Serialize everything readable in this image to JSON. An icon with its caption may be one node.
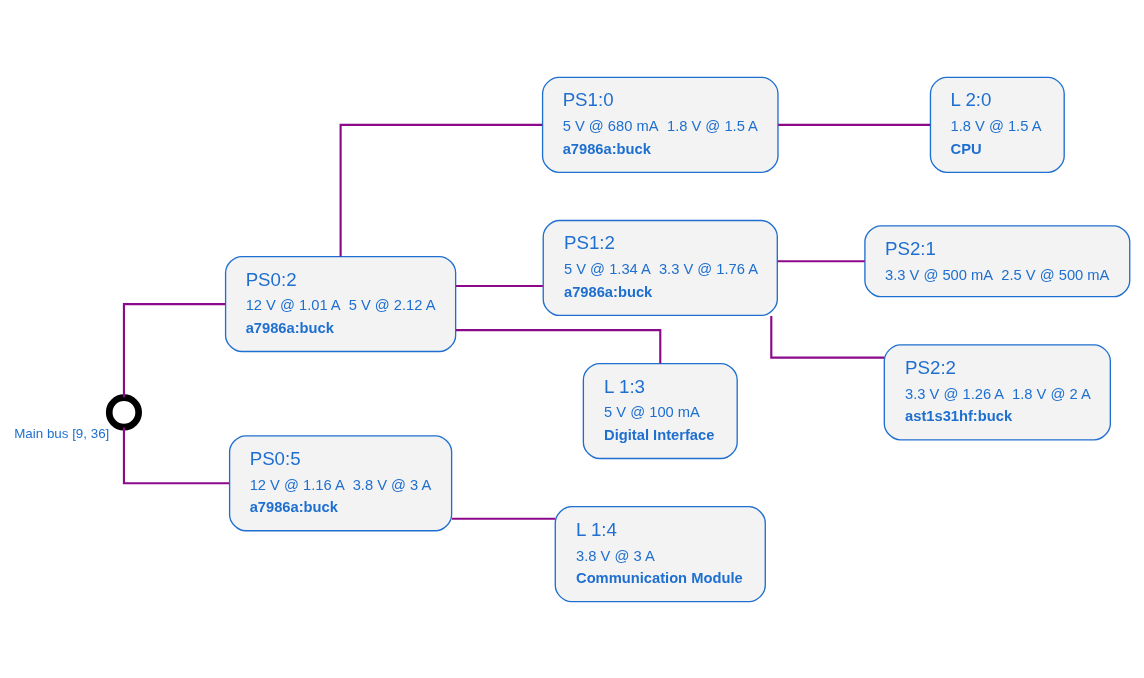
{
  "diagram": {
    "nodes": [
      {
        "text": [
          "Main bus [9, 36]"
        ]
      },
      {
        "text": [
          "PS1:0",
          "5 V @ 680 mA",
          "1.8 V @ 1.5 A",
          "a7986a:buck"
        ]
      },
      {
        "text": [
          "L 2:0",
          "1.8 V @ 1.5 A",
          "CPU"
        ]
      },
      {
        "text": [
          "PS2:1",
          "3.3 V @ 500 mA",
          "2.5 V @ 500 mA"
        ]
      },
      {
        "text": [
          "PS0:2",
          "12 V @ 1.01 A",
          "5 V @ 2.12 A",
          "a7986a:buck"
        ]
      },
      {
        "text": [
          "PS1:2",
          "5 V @ 1.34 A",
          "3.3 V @ 1.76 A",
          "a7986a:buck"
        ]
      },
      {
        "text": [
          "PS2:2",
          "3.3 V @ 1.26 A",
          "1.8 V @ 2 A",
          "ast1s31hf:buck"
        ]
      },
      {
        "text": [
          "L 1:3",
          "5 V @ 100 mA",
          "Digital Interface"
        ]
      },
      {
        "text": [
          "PS0:5",
          "12 V @ 1.16 A",
          "3.8 V @ 3 A",
          "a7986a:buck"
        ]
      },
      {
        "text": [
          "L 1:4",
          "3.8 V @ 3 A",
          "Communication Module"
        ]
      }
    ],
    "edges": [
      {
        "from": 0,
        "to": 4,
        "arrow": "none"
      },
      {
        "from": 0,
        "to": 8,
        "arrow": "none"
      },
      {
        "from": 4,
        "to": 1,
        "arrow": "none"
      },
      {
        "from": 4,
        "to": 5,
        "arrow": "none"
      },
      {
        "from": 4,
        "to": 7,
        "arrow": "none"
      },
      {
        "from": 1,
        "to": 2,
        "arrow": "none"
      },
      {
        "from": 5,
        "to": 3,
        "arrow": "none"
      },
      {
        "from": 5,
        "to": 6,
        "arrow": "none"
      },
      {
        "from": 8,
        "to": 9,
        "arrow": "none"
      }
    ]
  }
}
